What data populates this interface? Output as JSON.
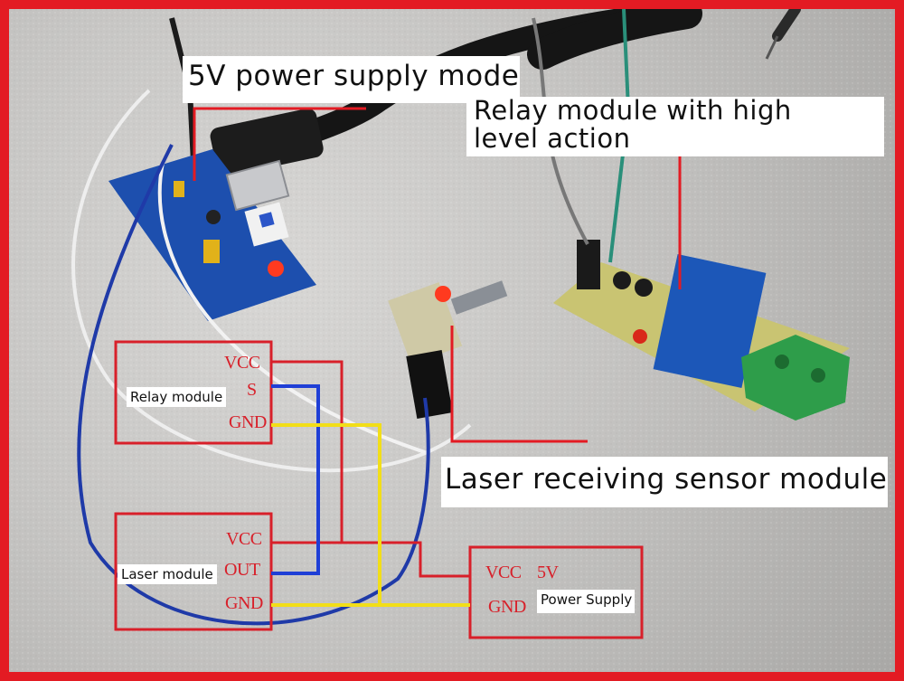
{
  "annotations": {
    "power_mode": "5V power supply mode",
    "relay_line1": "Relay module with high",
    "relay_line2": "level action",
    "laser_sensor": "Laser receiving sensor module"
  },
  "diagram": {
    "relay_block": {
      "label": "Relay module",
      "pins": [
        "VCC",
        "S",
        "GND"
      ]
    },
    "laser_block": {
      "label": "Laser module",
      "pins": [
        "VCC",
        "OUT",
        "GND"
      ]
    },
    "power_block": {
      "label": "Power Supply",
      "pins": [
        "VCC",
        "GND"
      ],
      "voltage": "5V"
    }
  },
  "colors": {
    "frame": "#e31b23",
    "diagram_red": "#d8202a",
    "wire_blue": "#1f3fd6",
    "wire_yellow": "#f2de18",
    "pcb_blue": "#1d4fae",
    "pcb_yellow": "#c9c472",
    "relay_blue": "#1c57b8",
    "terminal_green": "#2e9d4a"
  }
}
